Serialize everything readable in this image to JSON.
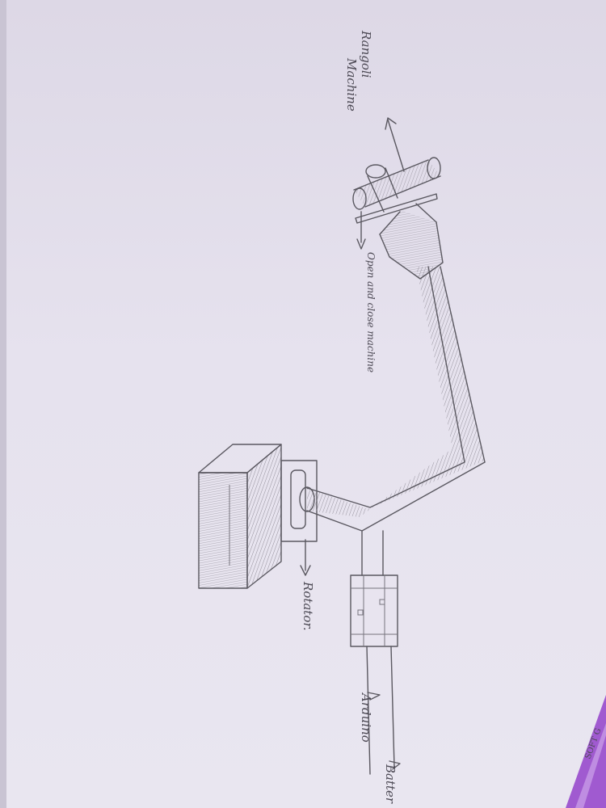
{
  "labels": {
    "rangoli_line1": "Rangoli",
    "rangoli_line2": "Machine",
    "open_close": "Open and close machine",
    "rotator": "Rotator.",
    "arduino": "Arduino",
    "battery": "Batter",
    "pen_brand": "SOFT G"
  },
  "colors": {
    "paper": "#e6e2ee",
    "pencil": "#5a5860",
    "pen_body": "#a05ad0"
  }
}
